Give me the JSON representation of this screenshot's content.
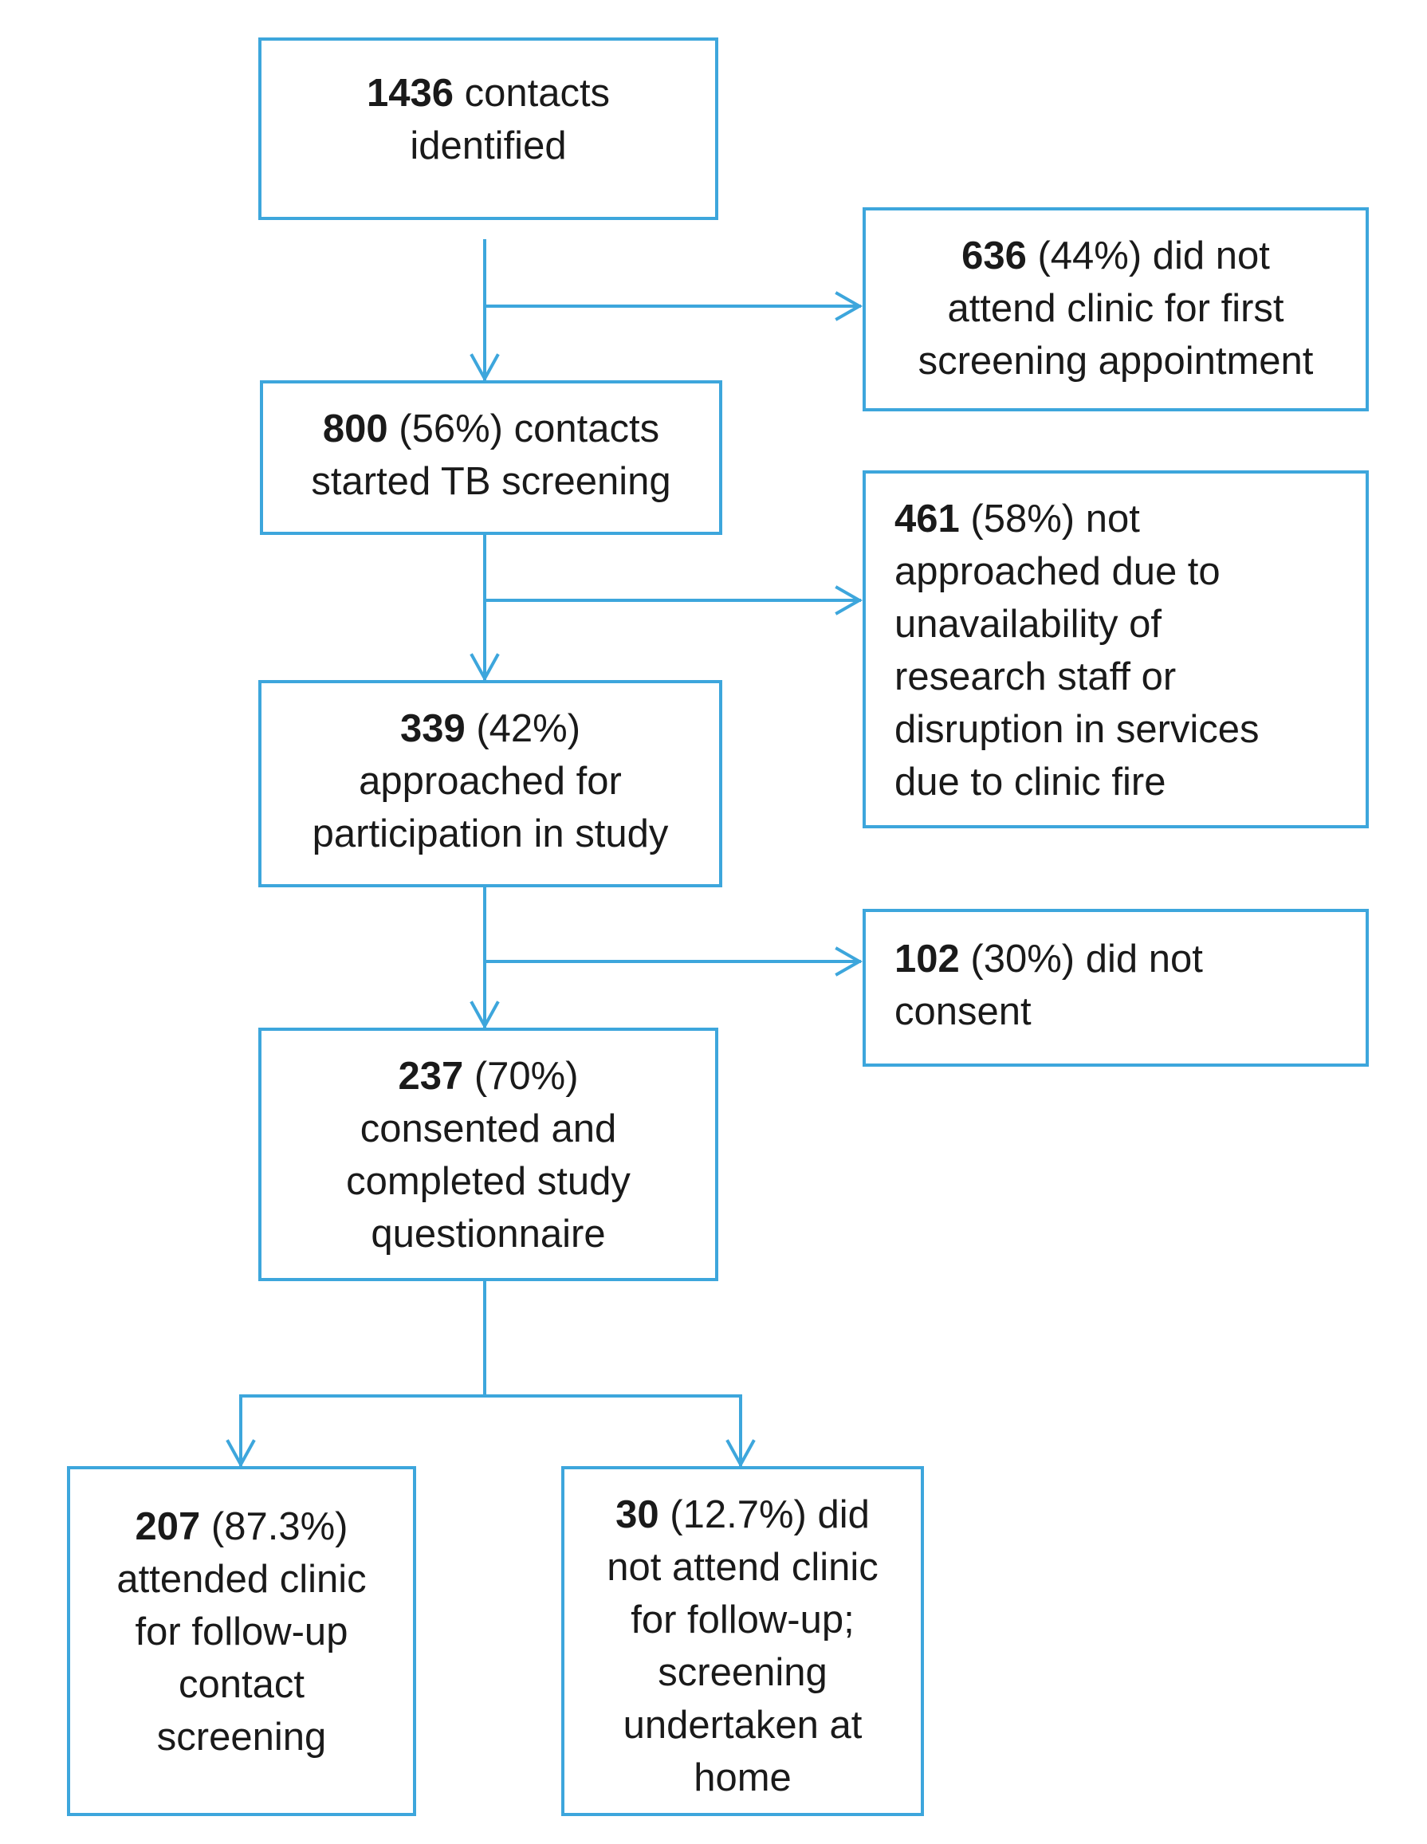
{
  "colors": {
    "box_border": "#3da6dc",
    "connector": "#3da6dc",
    "text": "#1a1a1a"
  },
  "boxes": {
    "identified": {
      "count": "1436",
      "lines": [
        "contacts",
        "identified"
      ]
    },
    "not_attend_first": {
      "count": "636",
      "lines": [
        "(44%) did not",
        "attend clinic for first",
        "screening appointment"
      ]
    },
    "started_screening": {
      "count": "800",
      "lines": [
        "(56%) contacts",
        "started TB screening"
      ]
    },
    "not_approached": {
      "count": "461",
      "lines": [
        "(58%) not",
        "approached due to",
        "unavailability of",
        "research staff or",
        "disruption in services",
        "due to clinic fire"
      ]
    },
    "approached": {
      "count": "339",
      "lines": [
        "(42%)",
        "approached for",
        "participation in study"
      ]
    },
    "not_consent": {
      "count": "102",
      "lines": [
        "(30%) did not",
        "consent"
      ]
    },
    "consented": {
      "count": "237",
      "lines": [
        "(70%)",
        "consented and",
        "completed study",
        "questionnaire"
      ]
    },
    "attended_followup": {
      "count": "207",
      "lines": [
        "(87.3%)",
        "attended clinic",
        "for follow-up",
        "contact",
        "screening"
      ]
    },
    "home_screening": {
      "count": "30",
      "lines": [
        "(12.7%) did",
        "not attend clinic",
        "for follow-up;",
        "screening",
        "undertaken at",
        "home"
      ]
    }
  }
}
